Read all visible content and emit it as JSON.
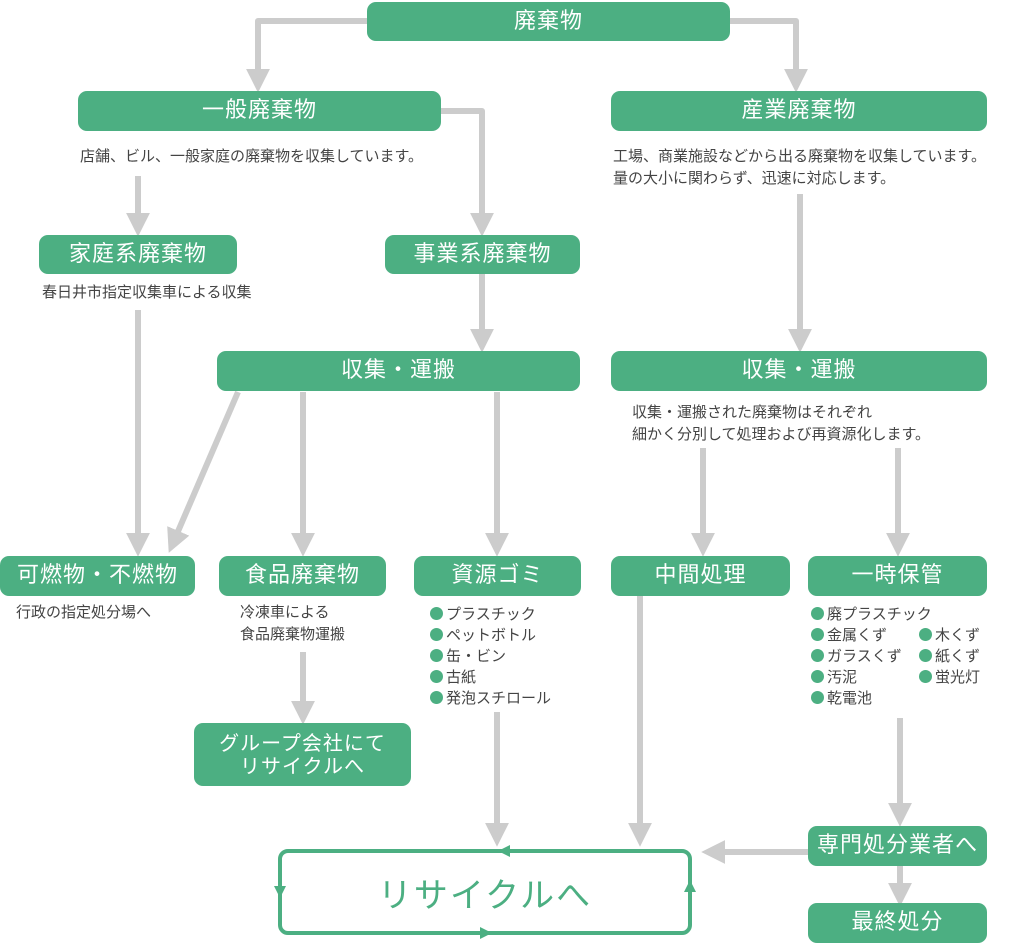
{
  "nodes": {
    "haikibutsu": "廃棄物",
    "ippan": "一般廃棄物",
    "sangyo": "産業廃棄物",
    "katei": "家庭系廃棄物",
    "jigyo": "事業系廃棄物",
    "shushu_left": "収集・運搬",
    "shushu_right": "収集・運搬",
    "kanen": "可燃物・不燃物",
    "shokuhin": "食品廃棄物",
    "shigen": "資源ゴミ",
    "chukan": "中間処理",
    "ichiji": "一時保管",
    "group_line1": "グループ会社にて",
    "group_line2": "リサイクルへ",
    "senmon": "専門処分業者へ",
    "saishu": "最終処分",
    "recycle": "リサイクルへ"
  },
  "descriptions": {
    "ippan": "店舗、ビル、一般家庭の廃棄物を収集しています。",
    "sangyo_line1": "工場、商業施設などから出る廃棄物を収集しています。",
    "sangyo_line2": "量の大小に関わらず、迅速に対応します。",
    "katei": "春日井市指定収集車による収集",
    "shushu_right_line1": "収集・運搬された廃棄物はそれぞれ",
    "shushu_right_line2": "細かく分別して処理および再資源化します。",
    "kanen": "行政の指定処分場へ",
    "shokuhin_line1": "冷凍車による",
    "shokuhin_line2": "食品廃棄物運搬"
  },
  "shigen_items": [
    "プラスチック",
    "ペットボトル",
    "缶・ビン",
    "古紙",
    "発泡スチロール"
  ],
  "ichiji_items_left": [
    "廃プラスチック",
    "金属くず",
    "ガラスくず",
    "汚泥",
    "乾電池"
  ],
  "ichiji_items_right": [
    "木くず",
    "紙くず",
    "蛍光灯"
  ],
  "colors": {
    "node": "#4caf82",
    "arrow": "#cccccc",
    "text": "#444444"
  }
}
